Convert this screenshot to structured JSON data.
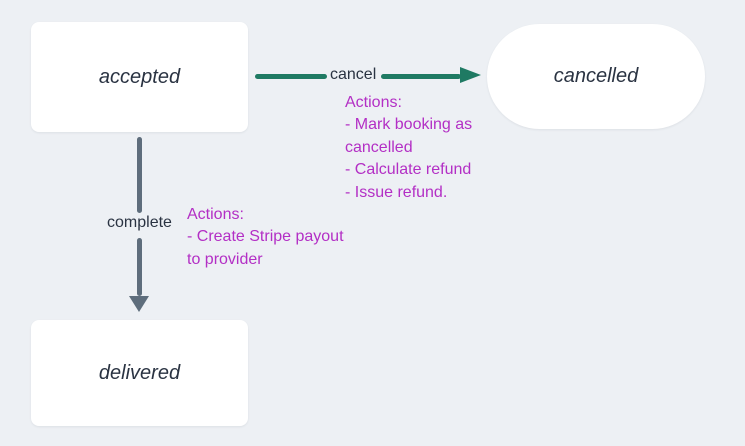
{
  "diagram": {
    "type": "state-flow",
    "background": "#edf0f4",
    "nodes": [
      {
        "id": "accepted",
        "label": "accepted",
        "shape": "rectangle"
      },
      {
        "id": "cancelled",
        "label": "cancelled",
        "shape": "stadium"
      },
      {
        "id": "delivered",
        "label": "delivered",
        "shape": "rectangle"
      }
    ],
    "edges": [
      {
        "from": "accepted",
        "to": "cancelled",
        "label": "cancel",
        "color": "#1f7a63",
        "actions_lines": [
          "Actions:",
          "- Mark booking as",
          "cancelled",
          "- Calculate refund",
          "- Issue refund."
        ]
      },
      {
        "from": "accepted",
        "to": "delivered",
        "label": "complete",
        "color": "#5e6d7c",
        "actions_lines": [
          "Actions:",
          "- Create Stripe payout",
          "to provider"
        ]
      }
    ],
    "colors": {
      "node_fill": "#ffffff",
      "node_text": "#2a3342",
      "edge_label_text": "#2a3342",
      "actions_text": "#b32fc5",
      "cancel_arrow": "#1f7a63",
      "complete_arrow": "#5e6d7c"
    }
  }
}
